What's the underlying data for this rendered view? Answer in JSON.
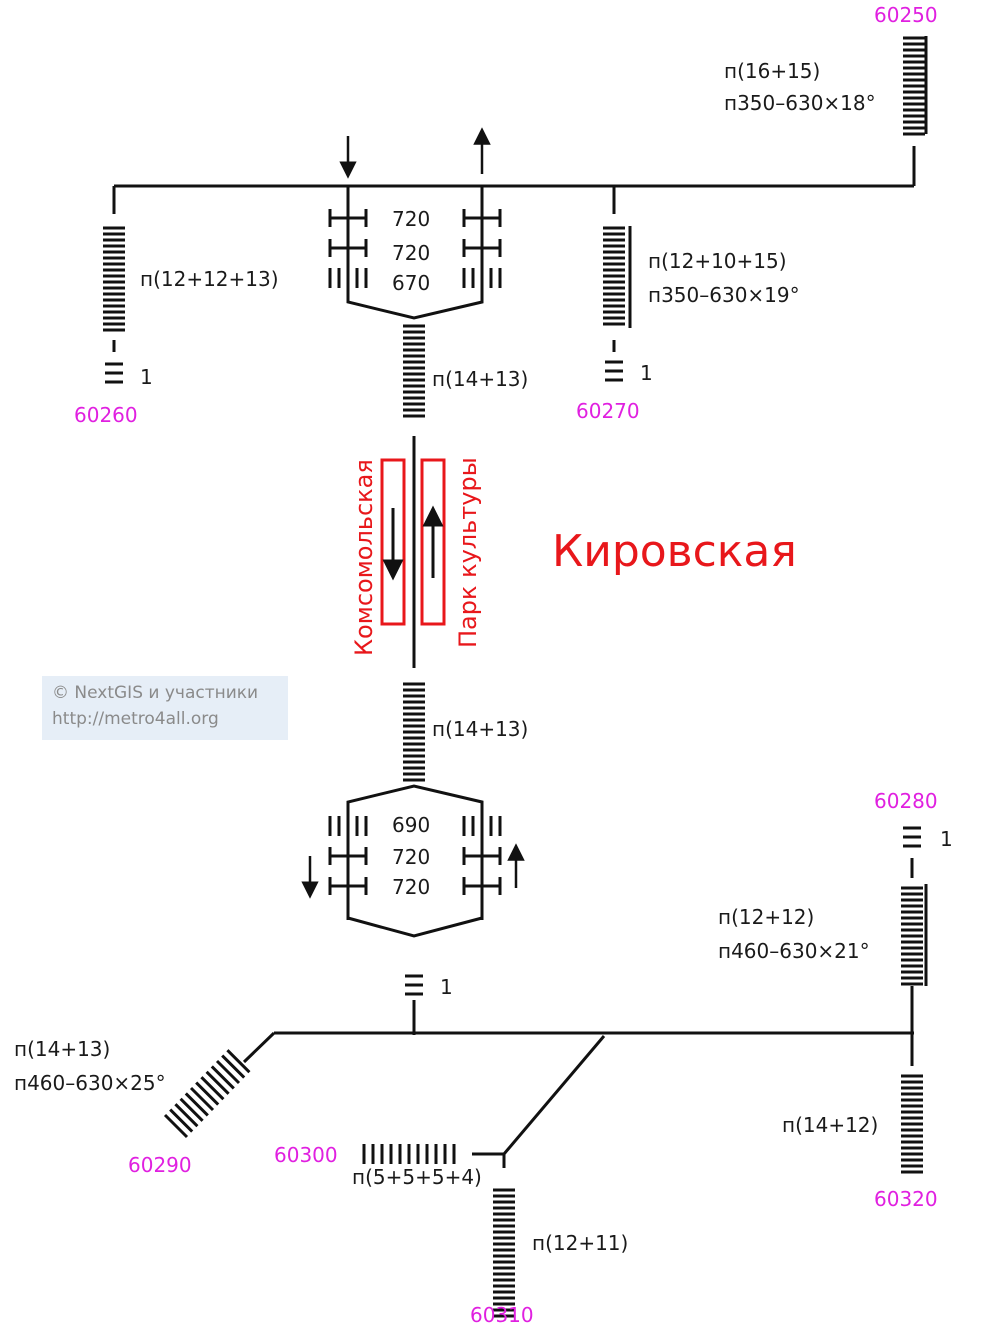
{
  "station": {
    "name": "Кировская"
  },
  "trains": {
    "left": "Комсомольская",
    "right": "Парк культуры"
  },
  "exits": {
    "e60250": "60250",
    "e60260": "60260",
    "e60270": "60270",
    "e60280": "60280",
    "e60290": "60290",
    "e60300": "60300",
    "e60310": "60310",
    "e60320": "60320"
  },
  "labels": {
    "stairs_60250_a": "п(16+15)",
    "stairs_60250_b": "п350–630×18°",
    "stairs_60260": "п(12+12+13)",
    "count_60260": "1",
    "stairs_60270_a": "п(12+10+15)",
    "stairs_60270_b": "п350–630×19°",
    "count_60270": "1",
    "turnstiles_top": [
      "720",
      "720",
      "670"
    ],
    "stairs_top_center": "п(14+13)",
    "stairs_bottom_center": "п(14+13)",
    "turnstiles_bottom": [
      "690",
      "720",
      "720"
    ],
    "count_bottom_center": "1",
    "count_60280": "1",
    "stairs_60280_a": "п(12+12)",
    "stairs_60280_b": "п460–630×21°",
    "stairs_60290_a": "п(14+13)",
    "stairs_60290_b": "п460–630×25°",
    "stairs_60300": "п(5+5+5+4)",
    "stairs_60310": "п(12+11)",
    "stairs_60320": "п(14+12)"
  },
  "credit": {
    "line1": "© NextGIS и участники",
    "line2": "http://metro4all.org"
  },
  "colors": {
    "line": "#111111",
    "exit": "#e020e0",
    "station": "#e8171b"
  }
}
